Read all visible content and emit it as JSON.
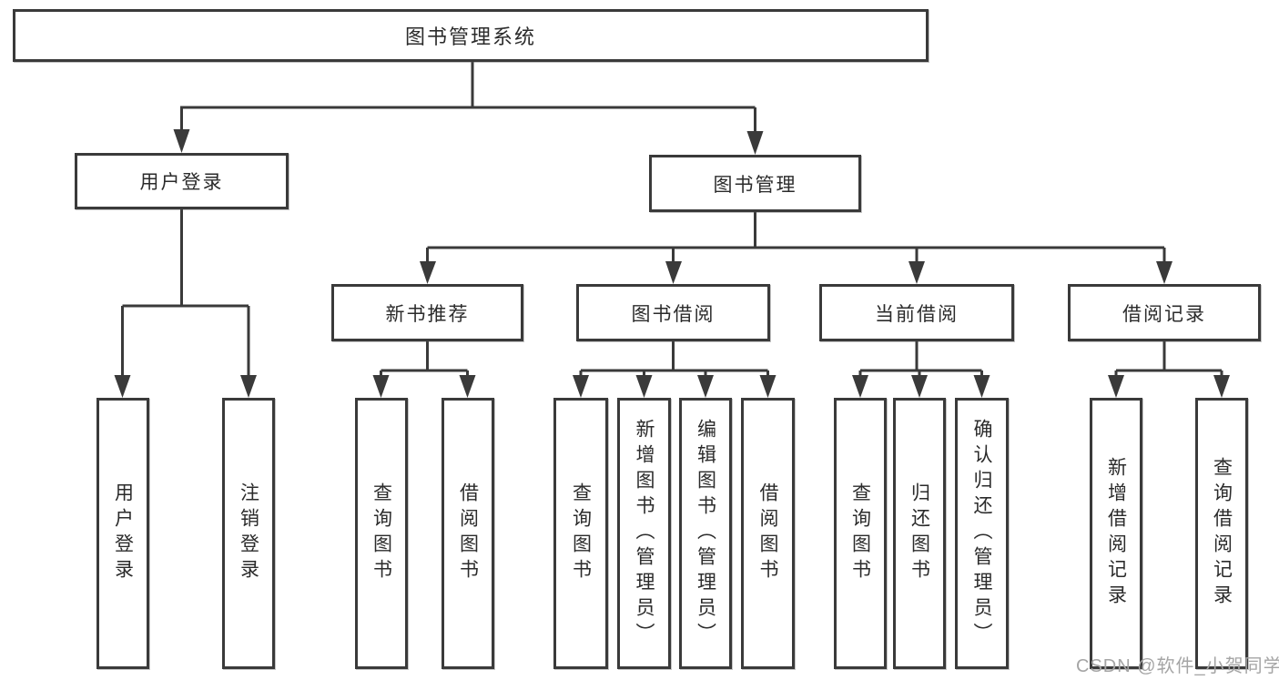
{
  "diagram": {
    "title": "图书管理系统",
    "level2": {
      "user_login": "用户登录",
      "book_management": "图书管理"
    },
    "level3": {
      "new_book_recommend": "新书推荐",
      "book_borrow": "图书借阅",
      "current_borrow": "当前借阅",
      "borrow_record": "借阅记录"
    },
    "leaves": {
      "user_login": [
        "用户登录",
        "注销登录"
      ],
      "new_book_recommend": [
        "查询图书",
        "借阅图书"
      ],
      "book_borrow": [
        "查询图书",
        "新增图书（管理员）",
        "编辑图书（管理员）",
        "借阅图书"
      ],
      "current_borrow": [
        "查询图书",
        "归还图书",
        "确认归还（管理员）"
      ],
      "borrow_record": [
        "新增借阅记录",
        "查询借阅记录"
      ]
    }
  },
  "watermark": "CSDN @软件_小贺同学",
  "colors": {
    "line": "#3a3a3a",
    "box_border": "#3a3a3a",
    "text": "#2b2b2b",
    "watermark": "#a5a5a5",
    "background": "#ffffff"
  }
}
